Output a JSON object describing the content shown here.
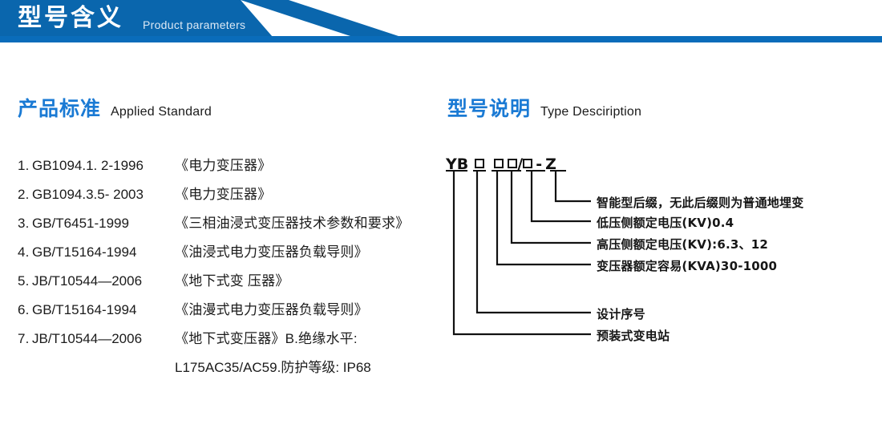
{
  "banner": {
    "title": "型号含义",
    "subtitle": "Product parameters",
    "color": "#0a66ad"
  },
  "sections": {
    "left": {
      "cn": "产品标准",
      "en": "Applied Standard",
      "accent": "#1a7ad4"
    },
    "right": {
      "cn": "型号说明",
      "en": "Type Desciription",
      "accent": "#1a7ad4"
    }
  },
  "standards": [
    {
      "index": "1.",
      "code": "GB1094.1. 2-1996",
      "name": "《电力变压器》"
    },
    {
      "index": "2.",
      "code": "GB1094.3.5- 2003",
      "name": "《电力变压器》"
    },
    {
      "index": "3.",
      "code": "GB/T6451-1999",
      "name": "《三相油浸式变压器技术参数和要求》"
    },
    {
      "index": "4.",
      "code": "GB/T15164-1994",
      "name": "《油浸式电力变压器负载导则》"
    },
    {
      "index": "5.",
      "code": "JB/T10544—2006",
      "name": "《地下式变 压器》"
    },
    {
      "index": "6.",
      "code": "GB/T15164-1994",
      "name": "《油漫式电力变压器负载导则》"
    },
    {
      "index": "7.",
      "code": "JB/T10544—2006",
      "name": "《地下式变压器》B.绝缘水平:"
    }
  ],
  "standards_continuation": "L175AC35/AC59.防护等级: IP68",
  "type_code": {
    "parts": [
      "YB",
      "□",
      "□",
      "□",
      "/",
      "□",
      "-",
      "Z"
    ],
    "text": "YB □ □□/□ - Z"
  },
  "callouts": [
    {
      "label": "智能型后缀，无此后缀则为普通地埋变"
    },
    {
      "label": "低压侧额定电压(KV)0.4"
    },
    {
      "label": "高压侧额定电压(KV):6.3、12"
    },
    {
      "label": "变压器额定容易(KVA)30-1000"
    },
    {
      "label": "设计序号"
    },
    {
      "label": "预装式变电站"
    }
  ]
}
